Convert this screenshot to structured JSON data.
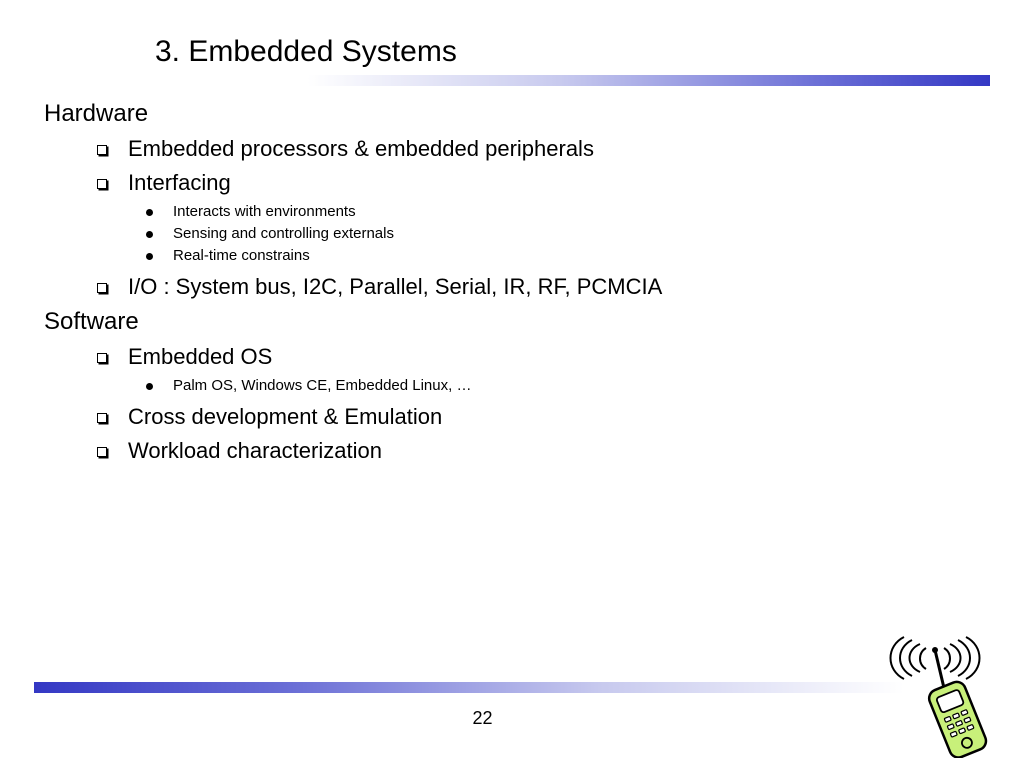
{
  "slide": {
    "title": "3. Embedded Systems",
    "page_number": "22"
  },
  "sections": [
    {
      "heading": "Hardware",
      "items": [
        {
          "text": "Embedded processors & embedded peripherals",
          "subitems": []
        },
        {
          "text": "Interfacing",
          "subitems": [
            "Interacts with environments",
            "Sensing and controlling externals",
            "Real-time constrains"
          ]
        },
        {
          "text": "I/O : System bus, I2C, Parallel, Serial, IR, RF, PCMCIA",
          "subitems": []
        }
      ]
    },
    {
      "heading": "Software",
      "items": [
        {
          "text": "Embedded OS",
          "subitems": [
            "Palm OS, Windows CE, Embedded Linux, …"
          ]
        },
        {
          "text": "Cross development & Emulation",
          "subitems": []
        },
        {
          "text": "Workload characterization",
          "subitems": []
        }
      ]
    }
  ],
  "colors": {
    "accent_bar": "#3438c4",
    "phone_body": "#c8f07a"
  },
  "icons": {
    "clipart": "cellphone-signal-icon"
  }
}
